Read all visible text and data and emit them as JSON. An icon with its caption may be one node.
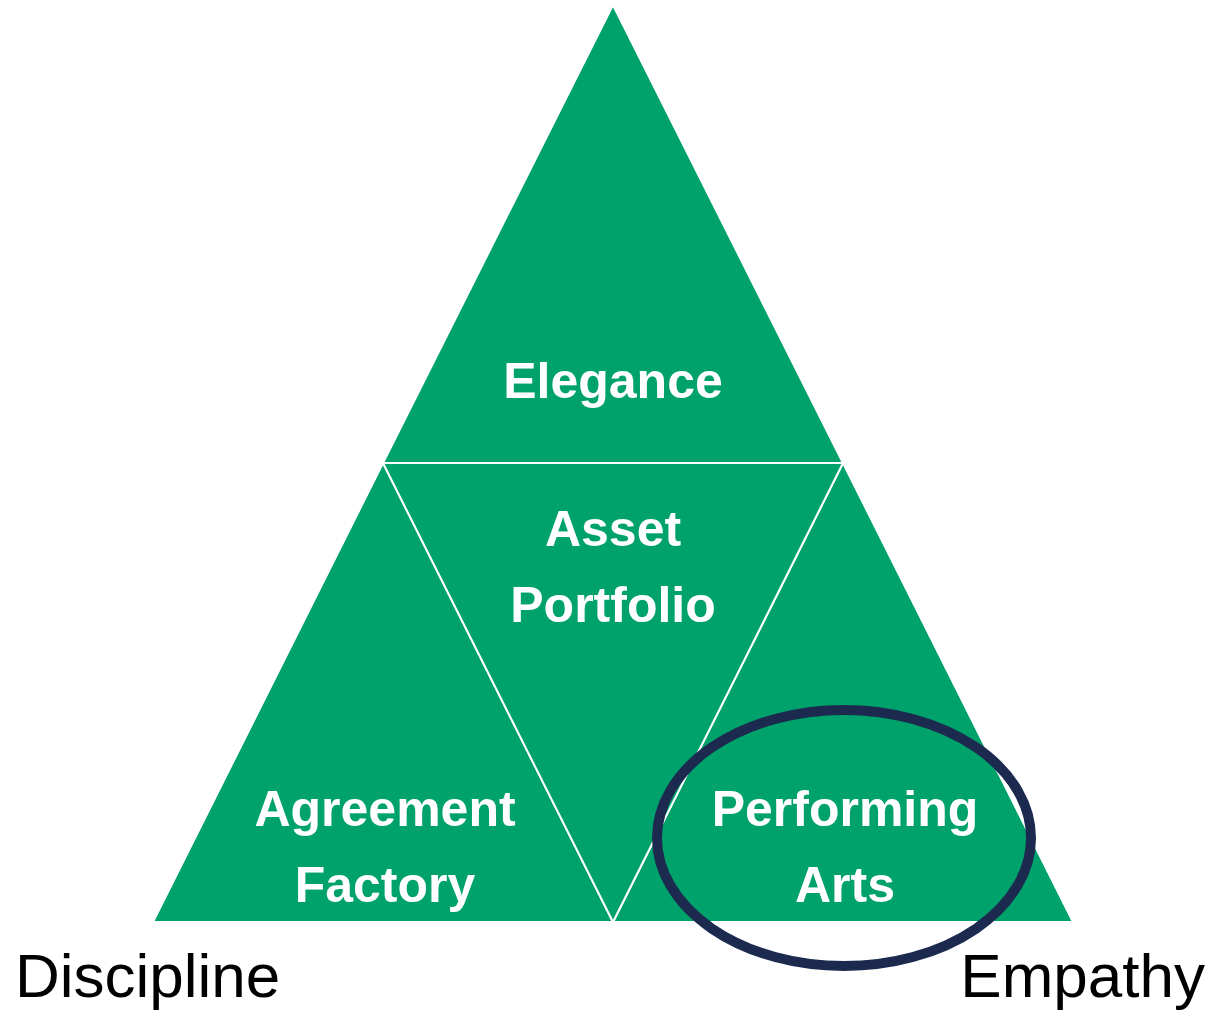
{
  "diagram": {
    "nodes": [
      {
        "text": [
          "Elegance"
        ]
      },
      {
        "text": [
          "Asset Portfolio"
        ]
      },
      {
        "text": [
          "Agreement Factory"
        ]
      },
      {
        "text": [
          "Performing Arts"
        ]
      }
    ],
    "labels": [
      "Discipline",
      "Empathy"
    ]
  }
}
